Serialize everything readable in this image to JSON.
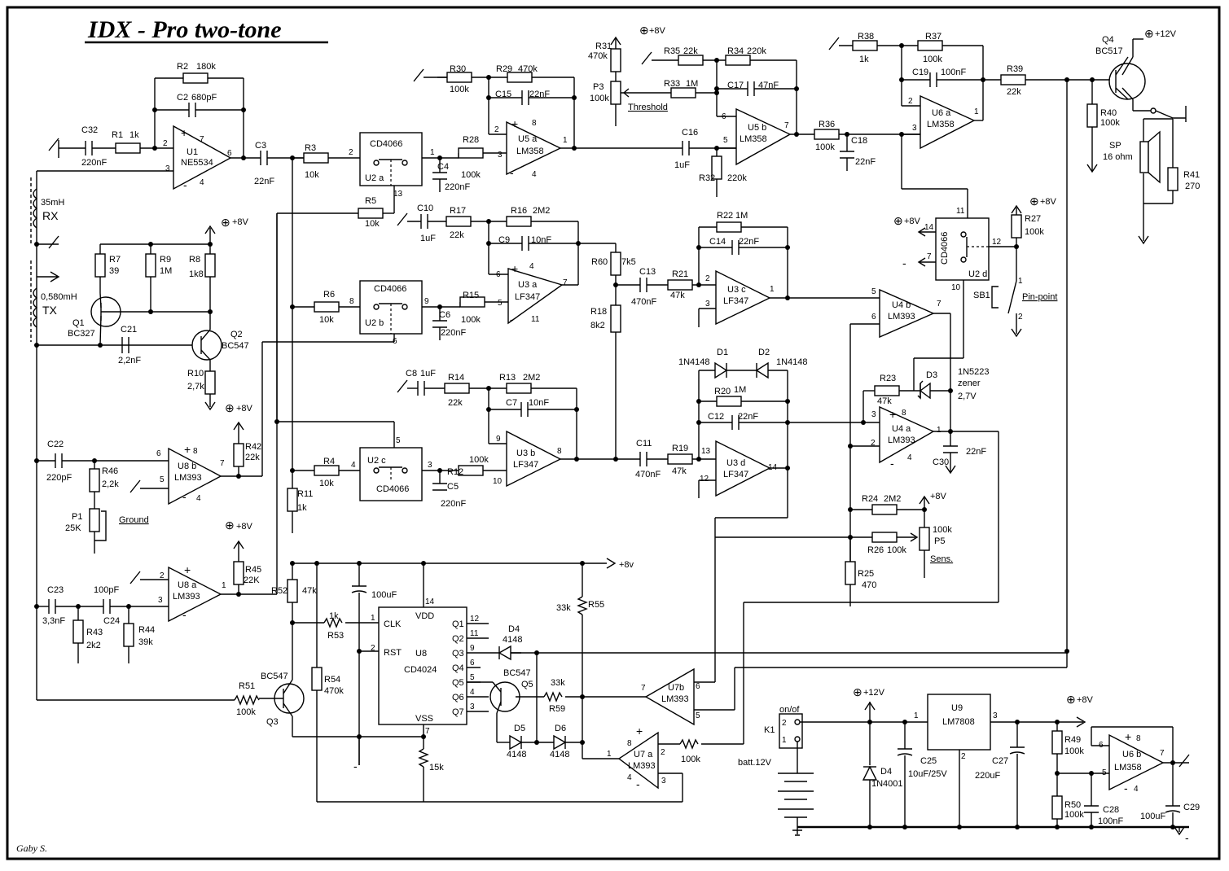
{
  "title": "IDX - Pro  two-tone",
  "author": "Gaby S.",
  "supplies": {
    "plus8": "+8V",
    "plus12": "+12V",
    "out8": "+8v",
    "minus": "-"
  },
  "ics": {
    "U1": {
      "ref": "U1",
      "part": "NE5534"
    },
    "U8b": {
      "ref": "U8 b",
      "part": "LM393"
    },
    "U8a": {
      "ref": "U8 a",
      "part": "LM393"
    },
    "U2a": {
      "ref": "U2 a",
      "part": "CD4066"
    },
    "U2b": {
      "ref": "U2 b",
      "part": "CD4066"
    },
    "U2c": {
      "ref": "U2  c",
      "part": "CD4066"
    },
    "U2d": {
      "ref": "U2  d",
      "part": "CD4066"
    },
    "U5a": {
      "ref": "U5 a",
      "part": "LM358"
    },
    "U5b": {
      "ref": "U5 b",
      "part": "LM358"
    },
    "U6a": {
      "ref": "U6 a",
      "part": "LM358"
    },
    "U6b": {
      "ref": "U6 b",
      "part": "LM358"
    },
    "U3a": {
      "ref": "U3 a",
      "part": "LF347"
    },
    "U3b": {
      "ref": "U3 b",
      "part": "LF347"
    },
    "U3c": {
      "ref": "U3 c",
      "part": "LF347"
    },
    "U3d": {
      "ref": "U3 d",
      "part": "LF347"
    },
    "U4a": {
      "ref": "U4 a",
      "part": "LM393"
    },
    "U4b": {
      "ref": "U4 b",
      "part": "LM393"
    },
    "U7a": {
      "ref": "U7 a",
      "part": "LM393"
    },
    "U7b": {
      "ref": "U7b",
      "part": "LM393"
    },
    "U8": {
      "ref": "U8",
      "part": "CD4024"
    },
    "U9": {
      "ref": "U9",
      "part": "LM7808"
    }
  },
  "cd4024_pins": {
    "clk": "CLK",
    "rst": "RST",
    "vdd": "VDD",
    "vss": "VSS",
    "q": [
      "Q1",
      "Q2",
      "Q3",
      "Q4",
      "Q5",
      "Q6",
      "Q7"
    ]
  },
  "transistors": {
    "Q1": {
      "ref": "Q1",
      "part": "BC327"
    },
    "Q2": {
      "ref": "Q2",
      "part": "BC547"
    },
    "Q3": {
      "ref": "Q3",
      "part": "BC547"
    },
    "Q4": {
      "ref": "Q4",
      "part": "BC517"
    },
    "Q5": {
      "ref": "Q5",
      "part": "BC547"
    }
  },
  "resistors": {
    "R1": "1k",
    "R2": "180k",
    "R3": "10k",
    "R4": "10k",
    "R5": "10k",
    "R6": "10k",
    "R7": "39",
    "R8": "1k8",
    "R9": "1M",
    "R10": "2,7k",
    "R11": "1k",
    "R12": "100k",
    "R13": "2M2",
    "R14": "22k",
    "R15": "100k",
    "R16": "2M2",
    "R17": "22k",
    "R18": "8k2",
    "R19": "47k",
    "R20": "1M",
    "R21": "47k",
    "R22": "1M",
    "R23": "47k",
    "R24": "2M2",
    "R25": "470",
    "R26": "100k",
    "R27": "100k",
    "R28": "100k",
    "R29": "470k",
    "R30": "100k",
    "R31": "470k",
    "R32": "220k",
    "R33": "1M",
    "R34": "220k",
    "R35": "22k",
    "R36": "100k",
    "R37": "100k",
    "R38": "1k",
    "R39": "22k",
    "R40": "100k",
    "R41": "270",
    "R42": "22k",
    "R43": "2k2",
    "R44": "39k",
    "R45": "22K",
    "R46": "2,2k",
    "R49": "100k",
    "R50": "100k",
    "R51": "100k",
    "R52": "47k",
    "R53": "1k",
    "R54": "470k",
    "R55": "33k",
    "R59": "33k",
    "R60": "7k5",
    "Rx15": "15k",
    "Rx100": "100k"
  },
  "capacitors": {
    "C2": "680pF",
    "C3": "22nF",
    "C4": "220nF",
    "C5": "220nF",
    "C6": "220nF",
    "C7": "10nF",
    "C8": "1uF",
    "C9": "10nF",
    "C10": "1uF",
    "C11": "470nF",
    "C12": "22nF",
    "C13": "470nF",
    "C14": "22nF",
    "C15": "22nF",
    "C16": "1uF",
    "C17": "47nF",
    "C18": "22nF",
    "C19": "100nF",
    "C21": "2,2nF",
    "C22": "220pF",
    "C23": "3,3nF",
    "C24": "100pF",
    "C25": "10uF/25V",
    "C27": "220uF",
    "C28": "100nF",
    "C29": "100uF",
    "C30": "22nF",
    "C32": "220nF",
    "Cx": "100uF"
  },
  "diodes": {
    "D1": "1N4148",
    "D2": "1N4148",
    "D3": "1N5223",
    "D3_note1": "zener",
    "D3_note2": "2,7V",
    "D4top": "4148",
    "D4": "1N4001",
    "D5": "4148",
    "D6": "4148"
  },
  "coils": {
    "rx_value": "35mH",
    "rx_label": "RX",
    "tx_value": "0,580mH",
    "tx_label": "TX"
  },
  "pots": {
    "P1": "25K",
    "P3": "100k",
    "P5": "100k"
  },
  "controls": {
    "threshold": "Threshold",
    "ground": "Ground",
    "sens": "Sens.",
    "pinpoint": "Pin-point",
    "switch": "SB1"
  },
  "speaker": {
    "ref": "SP",
    "value": "16 ohm"
  },
  "power": {
    "switch": "K1",
    "switch_label": "on/of",
    "battery": "batt.12V"
  }
}
